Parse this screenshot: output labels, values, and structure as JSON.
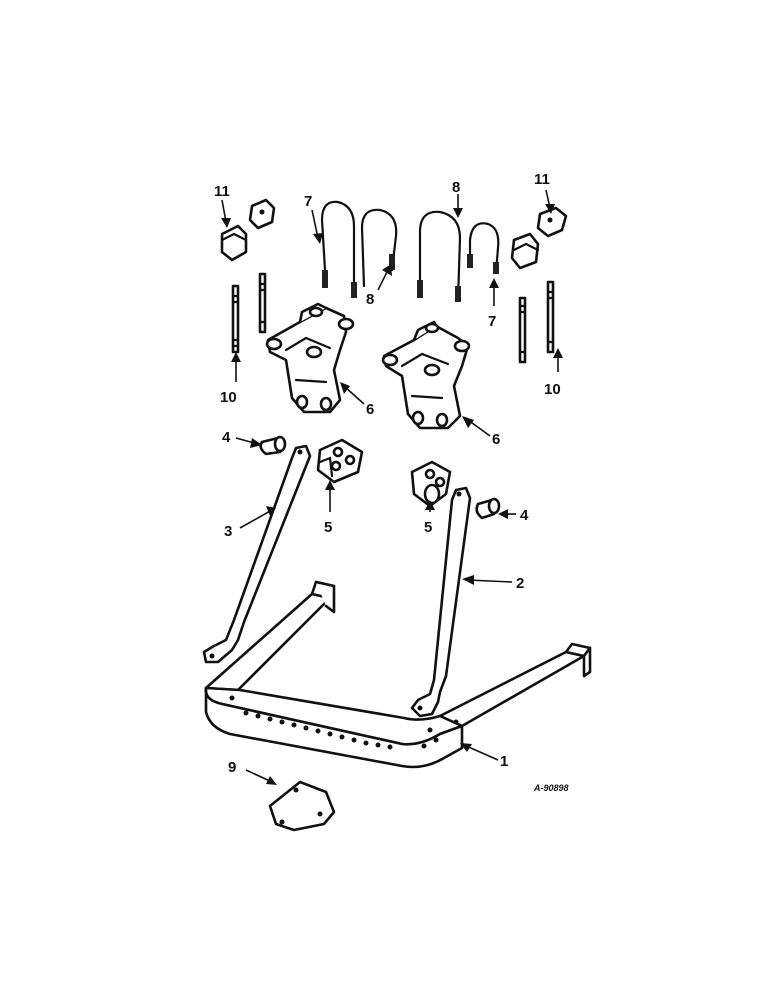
{
  "callouts": {
    "c1": "1",
    "c2": "2",
    "c3": "3",
    "c4_left": "4",
    "c4_right": "4",
    "c5_left": "5",
    "c5_right": "5",
    "c6_left": "6",
    "c6_right": "6",
    "c7_left": "7",
    "c7_right": "7",
    "c8_left_top": "8",
    "c8_left_bottom": "8",
    "c9": "9",
    "c10_left": "10",
    "c10_right": "10",
    "c11_left": "11",
    "c11_right": "11"
  },
  "reference_code": "A-90898"
}
